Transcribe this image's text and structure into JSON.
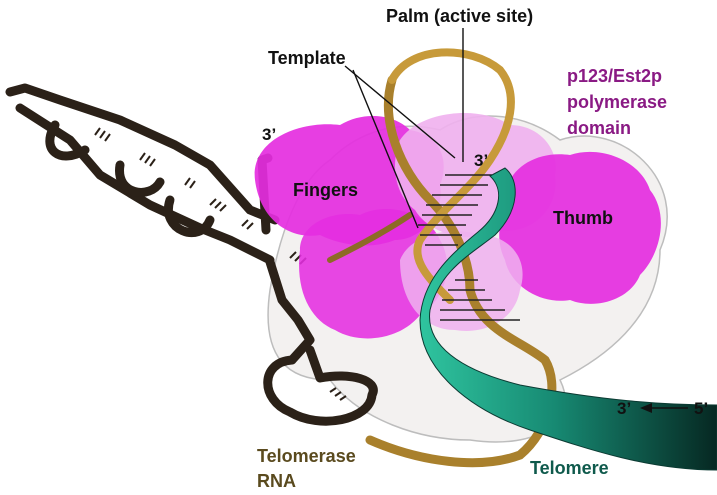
{
  "labels": {
    "palm": "Palm (active site)",
    "template": "Template",
    "domain_line1": "p123/Est2p",
    "domain_line2": "polymerase",
    "domain_line3": "domain",
    "fingers": "Fingers",
    "thumb": "Thumb",
    "three_prime_rna": "3’",
    "three_prime_active": "3’",
    "direction_3": "3’",
    "direction_5": "5’",
    "telomerase_rna_line1": "Telomerase",
    "telomerase_rna_line2": "RNA",
    "telomere": "Telomere"
  },
  "colors": {
    "protein": "#e52ee0",
    "protein_light": "#efb0ee",
    "rna": "#2b2118",
    "rna_gold": "#a9802c",
    "telomere_green": "#1f9e85",
    "telomere_dark": "#0b3a32",
    "domain_text": "#8a1a84",
    "rna_label": "#5a4a1e",
    "telomere_label": "#0f5a4c",
    "outline": "#555555"
  }
}
